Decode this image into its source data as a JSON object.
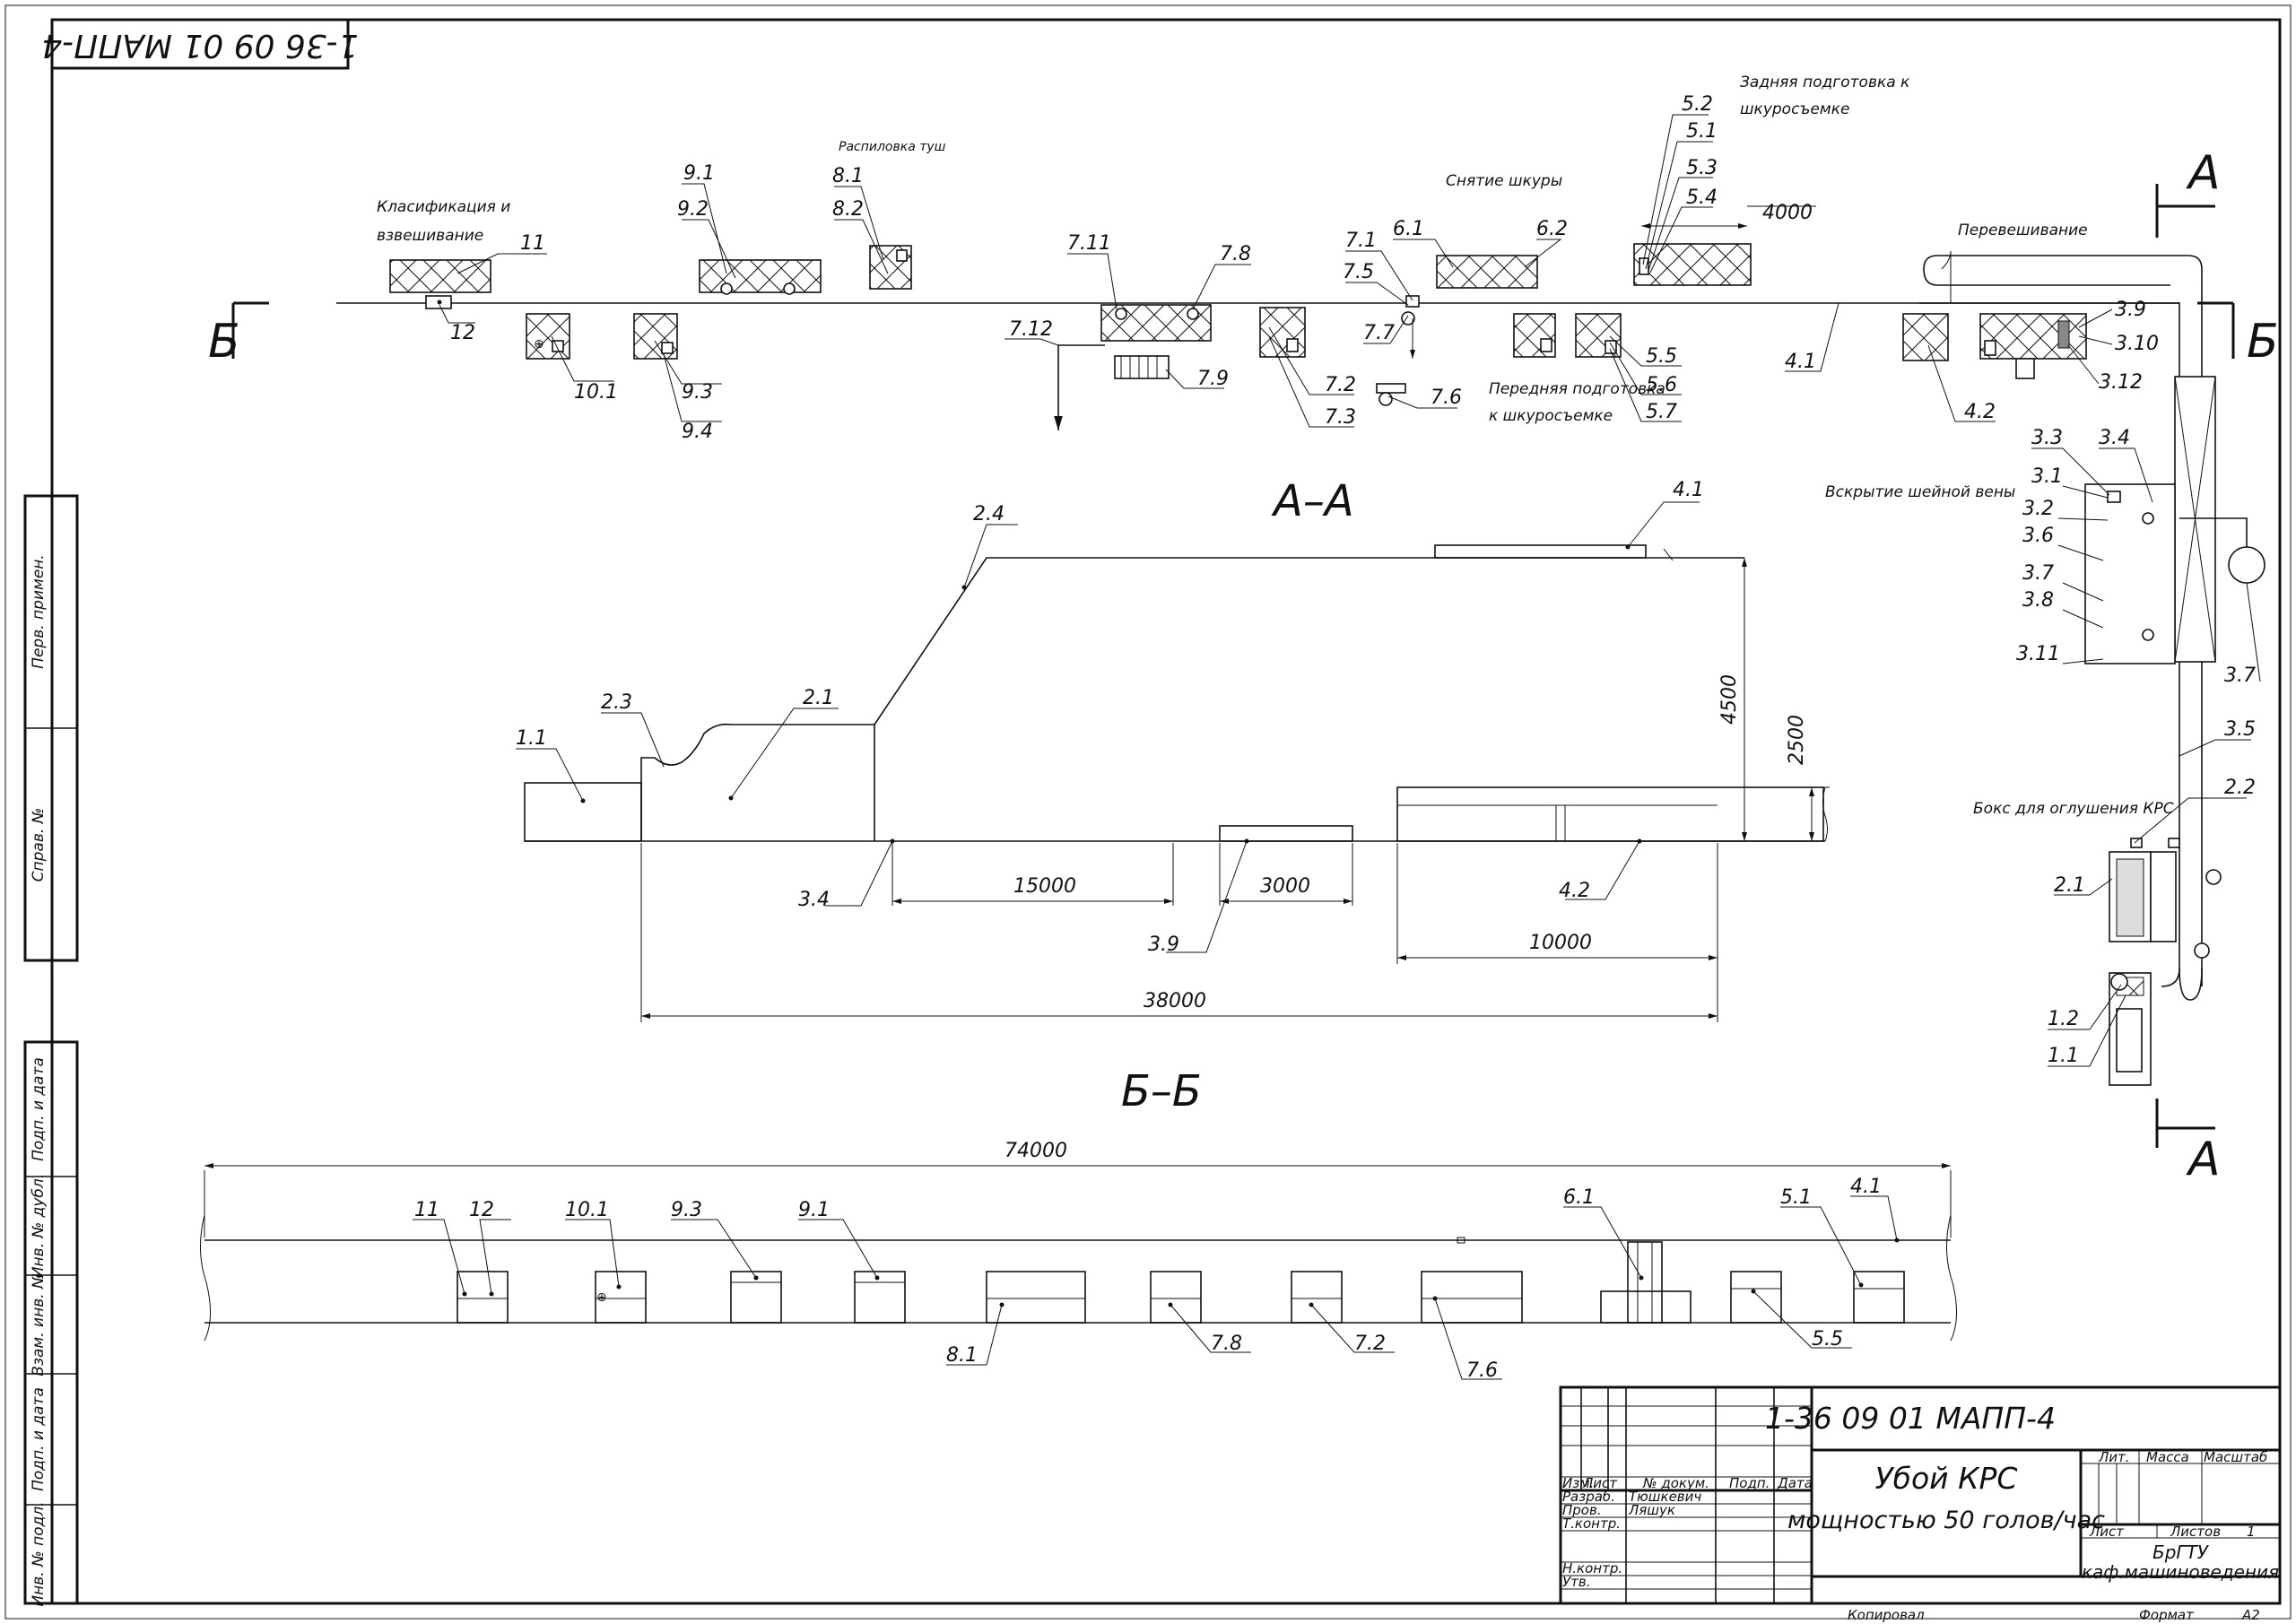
{
  "document": {
    "code_stamp": "1-36 09 01 МАПП-4",
    "title_line1": "Убой КРС",
    "title_line2": "мощностью 50 голов/час",
    "org_line1": "БрГТУ",
    "org_line2": "каф.машиноведения",
    "format_label": "Формат",
    "format_value": "А2",
    "copied_label": "Копировал"
  },
  "title_block": {
    "headers": {
      "izm": "Изм.",
      "list": "Лист",
      "doc_no": "№ докум.",
      "sign": "Подп.",
      "date": "Дата"
    },
    "roles": {
      "razrab": "Разраб.",
      "prov": "Пров.",
      "tkontr": "Т.контр.",
      "nkontr": "Н.контр.",
      "utv": "Утв."
    },
    "names": {
      "razrab": "Тюшкевич",
      "prov": "Ляшук"
    },
    "cells": {
      "lit": "Лит.",
      "massa": "Масса",
      "masshtab": "Масштаб",
      "list": "Лист",
      "listov": "Листов",
      "listov_value": "1"
    }
  },
  "side_stamp": {
    "perv_primen": "Перв. примен.",
    "sprav_no": "Справ. №",
    "podp_data_1": "Подп. и дата",
    "inv_dubl": "Инв. № дубл.",
    "vzam_inv": "Взам. инв. №",
    "podp_data_2": "Подп. и дата",
    "inv_podl": "Инв. № подл."
  },
  "plan": {
    "section_marks": {
      "A": "А",
      "B": "Б"
    },
    "notes": {
      "classification": "Класификация и",
      "classification2": "взвешивание",
      "raspilovka": "Распиловка туш",
      "snyatie": "Снятие шкуры",
      "zadnyaya1": "Задняя подготовка к",
      "zadnyaya2": "шкуросъемке",
      "perednyaya1": "Передняя подготовка",
      "perednyaya2": "к шкуросъемке",
      "perevesh": "Перевешивание",
      "vskrytie": "Вскрытие шейной вены",
      "boks": "Бокс для оглушения КРС"
    },
    "dimension": "4000",
    "labels": {
      "l11": "11",
      "l12": "12",
      "l101": "10.1",
      "l91": "9.1",
      "l92": "9.2",
      "l93": "9.3",
      "l94": "9.4",
      "l81": "8.1",
      "l82": "8.2",
      "l711": "7.11",
      "l712": "7.12",
      "l78": "7.8",
      "l79": "7.9",
      "l72": "7.2",
      "l73": "7.3",
      "l71": "7.1",
      "l75": "7.5",
      "l77": "7.7",
      "l76": "7.6",
      "l61": "6.1",
      "l62": "6.2",
      "l52": "5.2",
      "l51": "5.1",
      "l53": "5.3",
      "l54": "5.4",
      "l55": "5.5",
      "l56": "5.6",
      "l57": "5.7",
      "l41": "4.1",
      "l42": "4.2",
      "l39": "3.9",
      "l310": "3.10",
      "l312": "3.12",
      "l33": "3.3",
      "l34": "3.4",
      "l31": "3.1",
      "l32": "3.2",
      "l36": "3.6",
      "l37": "3.7",
      "l38": "3.8",
      "l311": "3.11",
      "l37b": "3.7",
      "l35": "3.5",
      "l22": "2.2",
      "l21": "2.1",
      "l12b": "1.2",
      "l11b": "1.1"
    }
  },
  "section_aa": {
    "title": "А–А",
    "labels": {
      "l41": "4.1",
      "l24": "2.4",
      "l23": "2.3",
      "l21": "2.1",
      "l11": "1.1",
      "l34": "3.4",
      "l39": "3.9",
      "l42": "4.2"
    },
    "dims": {
      "h4500": "4500",
      "h2500": "2500",
      "d15000": "15000",
      "d3000": "3000",
      "d10000": "10000",
      "d38000": "38000"
    }
  },
  "section_bb": {
    "title": "Б–Б",
    "dims": {
      "d74000": "74000"
    },
    "labels": {
      "l11": "11",
      "l12": "12",
      "l101": "10.1",
      "l93": "9.3",
      "l91": "9.1",
      "l61": "6.1",
      "l51": "5.1",
      "l41": "4.1",
      "l81": "8.1",
      "l78": "7.8",
      "l72": "7.2",
      "l76": "7.6",
      "l55": "5.5"
    }
  }
}
